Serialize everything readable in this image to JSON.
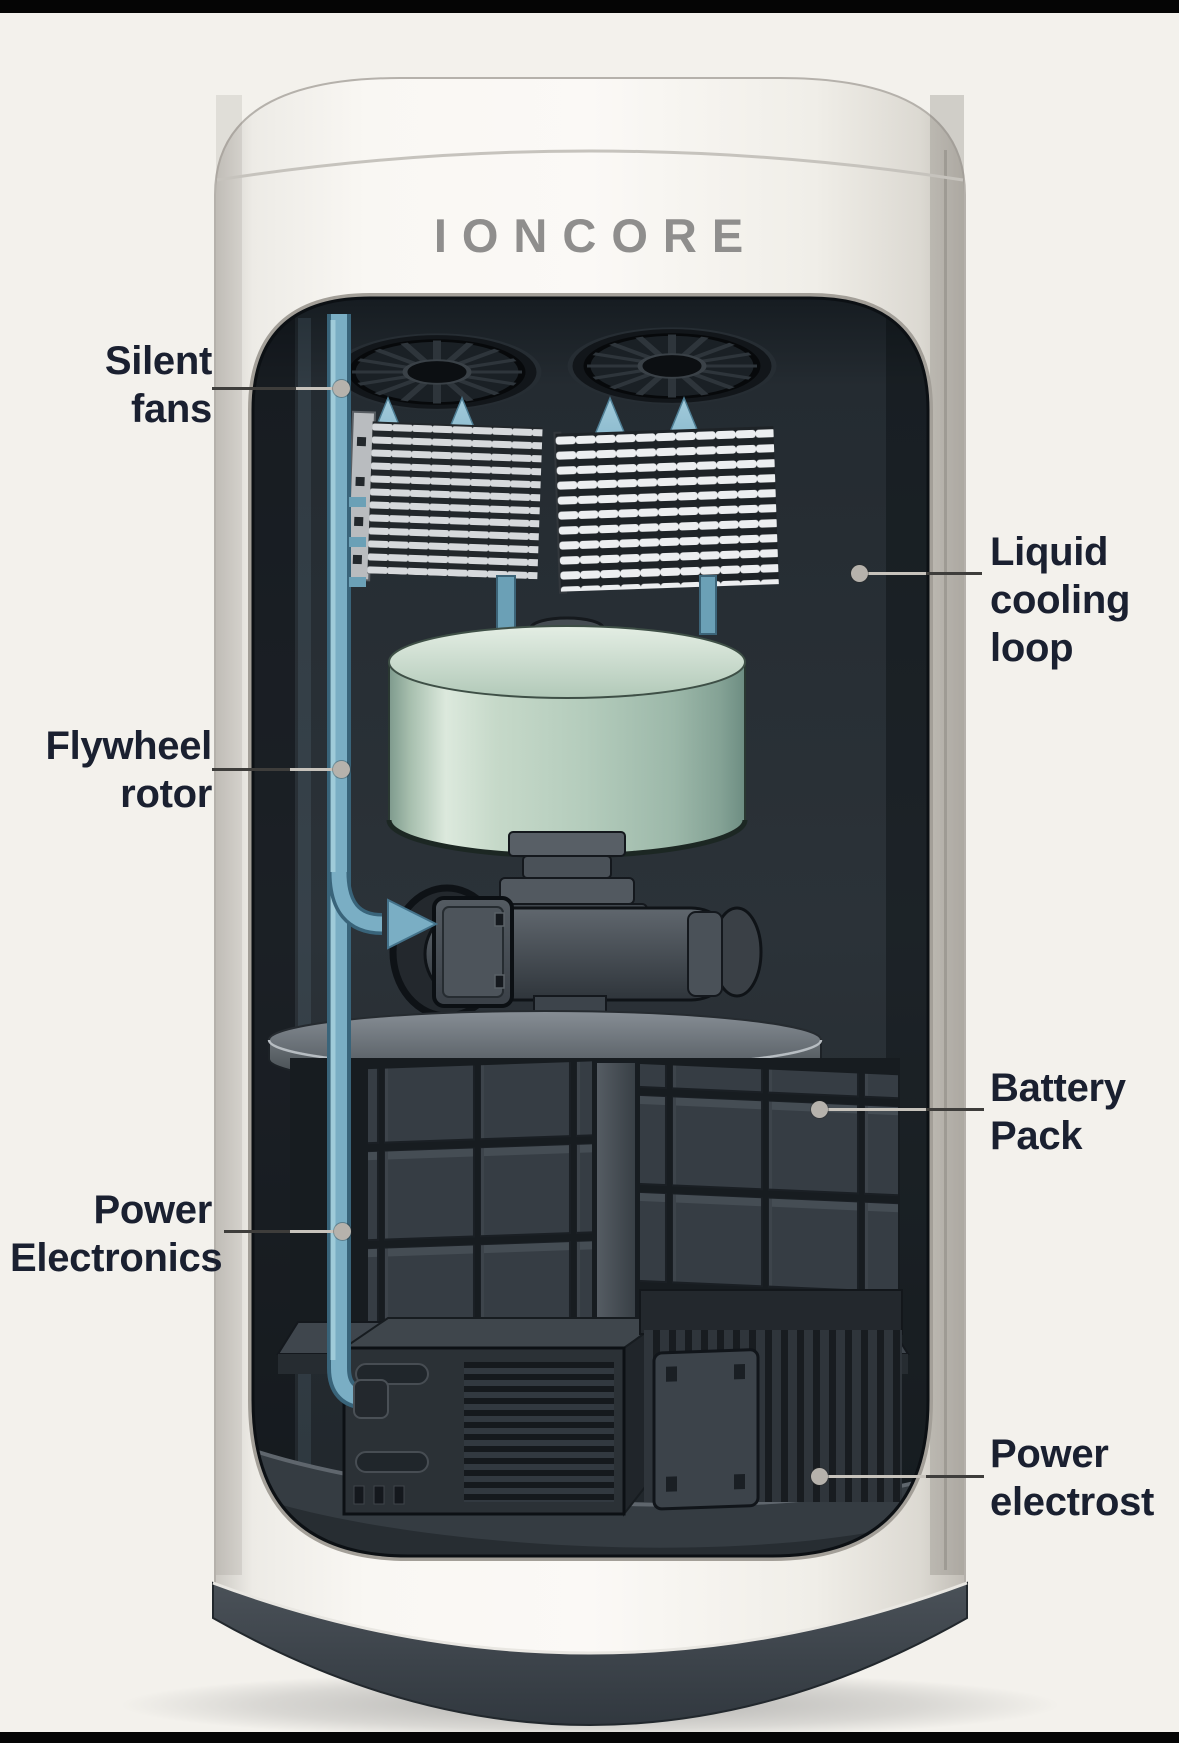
{
  "brand": "IONCORE",
  "callouts": [
    {
      "id": "silent-fans",
      "side": "left",
      "lines": [
        "Silent",
        "fans"
      ]
    },
    {
      "id": "liquid-cooling-loop",
      "side": "right",
      "lines": [
        "Liquid",
        "cooling",
        "loop"
      ]
    },
    {
      "id": "flywheel-rotor",
      "side": "left",
      "lines": [
        "Flywheel",
        "rotor"
      ]
    },
    {
      "id": "battery-pack",
      "side": "right",
      "lines": [
        "Battery",
        "Pack"
      ]
    },
    {
      "id": "power-electronics",
      "side": "left",
      "lines": [
        "Power",
        "Electronics"
      ]
    },
    {
      "id": "power-electrost",
      "side": "right",
      "lines": [
        "Power",
        "electrost"
      ]
    }
  ],
  "colors": {
    "background": "#f3f1ec",
    "shell_white": "#f8f6f2",
    "interior_dark": "#2a3137",
    "accent_blue": "#7aaec4",
    "rotor_green": "#b4ccbc",
    "label_text": "#1a2030",
    "leader_dark": "#3e3d3b",
    "leader_light": "#c7c3bc",
    "base_dark": "#3b4249",
    "brand_gray": "#8f8e8d"
  }
}
